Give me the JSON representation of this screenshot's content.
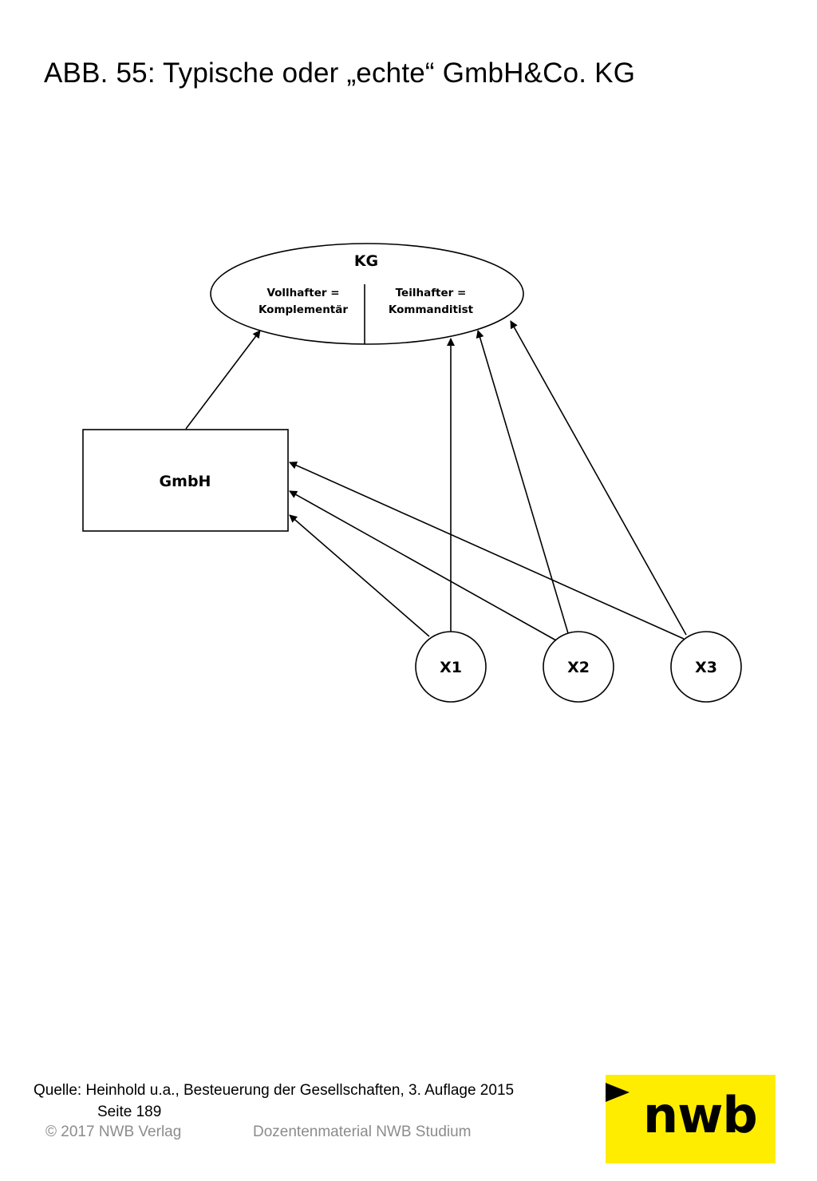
{
  "title": "ABB. 55: Typische oder „echte“ GmbH&Co. KG",
  "diagram": {
    "kg": {
      "title": "KG",
      "left_line1": "Vollhafter =",
      "left_line2": "Komplementär",
      "right_line1": "Teilhafter =",
      "right_line2": "Kommanditist"
    },
    "gmbh": {
      "label": "GmbH"
    },
    "partners": [
      "X1",
      "X2",
      "X3"
    ]
  },
  "source": {
    "line1": "Quelle: Heinhold u.a., Besteuerung der Gesellschaften, 3. Auflage 2015",
    "line2": "Seite 189"
  },
  "footer": {
    "copyright": "© 2017 NWB Verlag",
    "material": "Dozentenmaterial NWB Studium"
  },
  "logo": {
    "text": "nwb",
    "background": "#ffed00"
  }
}
